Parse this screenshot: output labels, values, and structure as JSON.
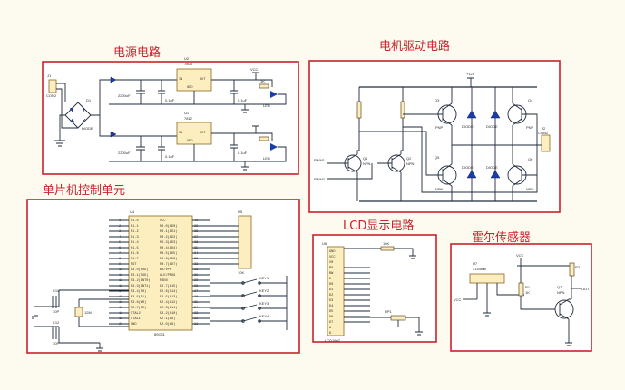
{
  "blocks": {
    "power": {
      "title": "电源电路"
    },
    "motor": {
      "title": "电机驱动电路"
    },
    "mcu": {
      "title": "单片机控制单元"
    },
    "lcd": {
      "title": "LCD显示电路"
    },
    "hall": {
      "title": "霍尔传感器"
    }
  },
  "power_labels": {
    "u2": "U2",
    "u2_part": "7805",
    "u1": "U1",
    "u1_part": "7812",
    "ic_pin_in": "IN",
    "ic_pin_out": "OUT",
    "ic_pin_gnd": "GND",
    "conn": "J1",
    "conn_type": "CON2",
    "bridge": "D1",
    "bridge_type": "DIODE",
    "c_big": "2200uF",
    "c_small": "0.1uF",
    "led": "LED",
    "r": "1K",
    "vcc": "VCC"
  },
  "motor_labels": {
    "q1": "Q1",
    "q2": "Q2",
    "q3": "Q3",
    "q4": "Q4",
    "q5": "Q5",
    "q6": "Q6",
    "npn": "NPN",
    "pnp": "PNP",
    "diode": "DIODE",
    "vcc": "+12V",
    "pwm1": "PWM1",
    "pwm2": "PWM2",
    "conn": "J2",
    "conn_type": "CON2"
  },
  "mcu_labels": {
    "chip": "U4",
    "chip_part": "89C51",
    "ref": "U5",
    "left_pins": [
      "P1.0",
      "P1.1",
      "P1.2",
      "P1.3",
      "P1.4",
      "P1.5",
      "P1.6",
      "P1.7",
      "RST",
      "P3.0(RXD)",
      "P3.1(TXD)",
      "P3.2(INT0)",
      "P3.3(INT1)",
      "P3.4(T0)",
      "P3.5(T1)",
      "P3.6(WR)",
      "P3.7(RD)",
      "XTAL2",
      "XTAL1",
      "GND"
    ],
    "right_pins": [
      "VCC",
      "P0.0(AD0)",
      "P0.1(AD1)",
      "P0.2(AD2)",
      "P0.3(AD3)",
      "P0.4(AD4)",
      "P0.5(AD5)",
      "P0.6(AD6)",
      "P0.7(AD7)",
      "EA/VPP",
      "ALE/PROG",
      "PSEN",
      "P2.7(A15)",
      "P2.6(A14)",
      "P2.5(A13)",
      "P2.4(A12)",
      "P2.3(A11)",
      "P2.2(A10)",
      "P2.1(A9)",
      "P2.0(A8)"
    ],
    "left_nums": [
      "1",
      "2",
      "3",
      "4",
      "5",
      "6",
      "7",
      "8",
      "9",
      "10",
      "11",
      "12",
      "13",
      "14",
      "15",
      "16",
      "17",
      "18",
      "19",
      "20"
    ],
    "right_nums": [
      "40",
      "39",
      "38",
      "37",
      "36",
      "35",
      "34",
      "33",
      "32",
      "31",
      "30",
      "29",
      "28",
      "27",
      "26",
      "25",
      "24",
      "23",
      "22",
      "21"
    ],
    "cap1": "C11",
    "cap2": "C12",
    "cap_val": "30P",
    "xtal": "12M",
    "keys": [
      "KEY1",
      "KEY2",
      "KEY3",
      "KEY4"
    ],
    "resnet": "10K"
  },
  "lcd_labels": {
    "chip": "U6",
    "part": "LCD1602",
    "pins": [
      "GND",
      "VCC",
      "V0",
      "RS",
      "RW",
      "E",
      "D0",
      "D1",
      "D2",
      "D3",
      "D4",
      "D5",
      "D6",
      "D7",
      "A",
      "K"
    ],
    "r": "10K",
    "pot": "RP1"
  },
  "hall_labels": {
    "sensor": "U7",
    "sensor_part": "3144hall",
    "q": "Q7",
    "q_type": "NPN",
    "r1": "R1",
    "r2": "R2",
    "r_val": "1K",
    "vcc": "VCC",
    "out": "OUT"
  }
}
